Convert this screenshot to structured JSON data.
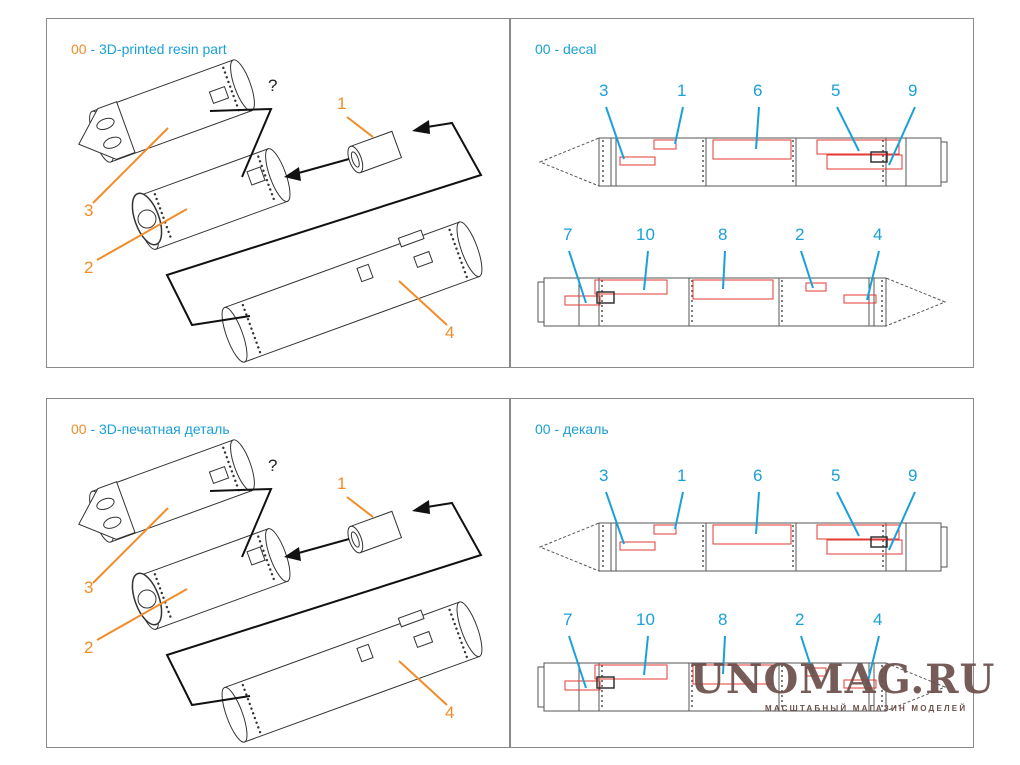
{
  "panels": [
    {
      "id": "resin-en",
      "code": "00",
      "title": " - 3D-printed resin part",
      "labels": {
        "q": "?",
        "p1": "1",
        "p2": "2",
        "p3": "3",
        "p4": "4"
      }
    },
    {
      "id": "decal-en",
      "code": "00",
      "title": " - decal",
      "labels": {
        "d3": "3",
        "d1": "1",
        "d6": "6",
        "d5": "5",
        "d9": "9",
        "d7": "7",
        "d10": "10",
        "d8": "8",
        "d2": "2",
        "d4": "4"
      }
    },
    {
      "id": "resin-ru",
      "code": "00",
      "title": " - 3D-печатная деталь",
      "labels": {
        "q": "?",
        "p1": "1",
        "p2": "2",
        "p3": "3",
        "p4": "4"
      }
    },
    {
      "id": "decal-ru",
      "code": "00",
      "title": " - декаль",
      "labels": {
        "d3": "3",
        "d1": "1",
        "d6": "6",
        "d5": "5",
        "d9": "9",
        "d7": "7",
        "d10": "10",
        "d8": "8",
        "d2": "2",
        "d4": "4"
      }
    }
  ],
  "watermark": {
    "logo": "UNOMAG.RU",
    "tagline": "МАСШТАБНЫЙ МАГАЗИН МОДЕЛЕЙ"
  },
  "colors": {
    "part_number": "#f28c28",
    "title_text": "#1aa0d8",
    "decal_number": "#1aa0d8",
    "decal_outline": "#e53935",
    "border": "#8a8a8a"
  }
}
